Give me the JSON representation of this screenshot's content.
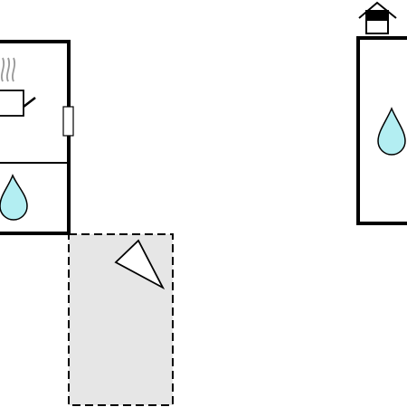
{
  "floorplan": {
    "rooms": [
      {
        "id": "kitchen",
        "fixture_icons": [
          "cooking-pot-icon",
          "steam-icon"
        ]
      },
      {
        "id": "bathroom-left",
        "fixture_icons": [
          "water-drop-icon"
        ]
      },
      {
        "id": "bathroom-right",
        "fixture_icons": [
          "water-drop-icon"
        ]
      }
    ],
    "outdoor_area": {
      "style": "dashed",
      "fill_color": "#e6e6e6",
      "icon": "triangle-marker-icon"
    },
    "features": [
      "door-marker-icon",
      "fireplace-icon"
    ],
    "colors": {
      "wall": "#000000",
      "water": "#b3eef2",
      "steam": "#999999",
      "outdoor_fill": "#e6e6e6"
    }
  }
}
